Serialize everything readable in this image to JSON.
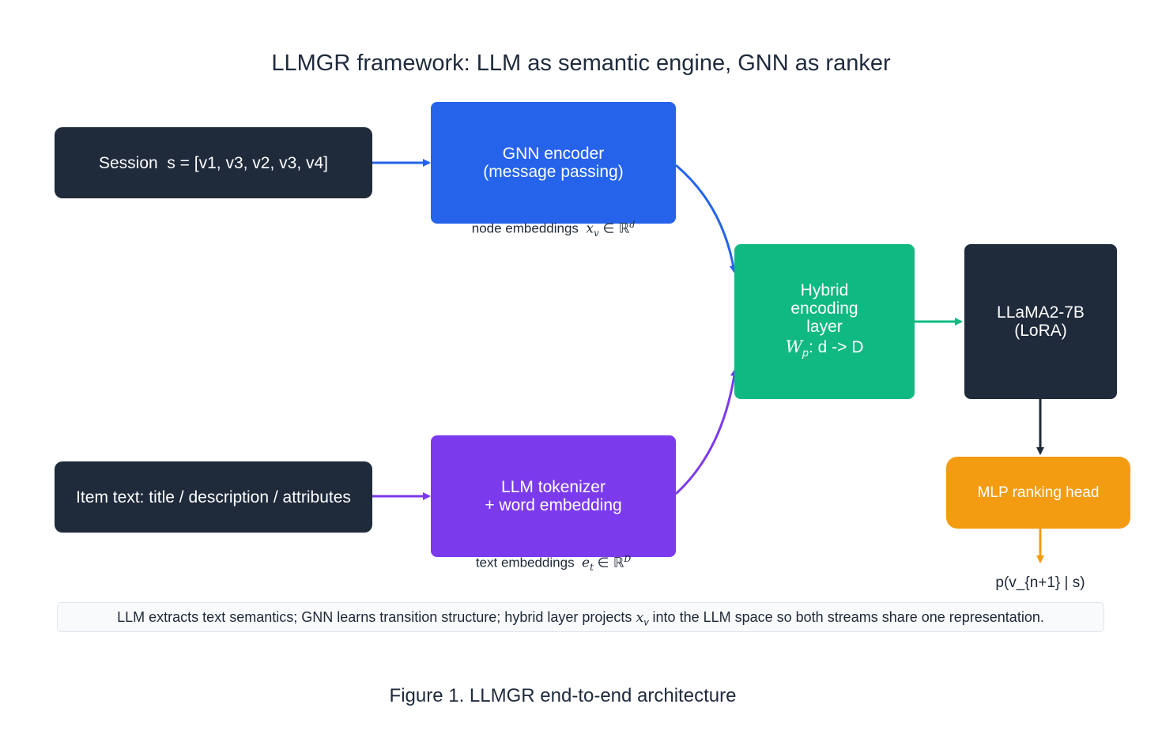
{
  "title": "LLMGR framework: LLM as semantic engine, GNN as ranker",
  "caption": "Figure 1. LLMGR end-to-end architecture",
  "boxes": {
    "session": "Session  s = [v1, v3, v2, v3, v4]",
    "item_text": "Item text: title / description / attributes",
    "gnn": {
      "line1": "GNN encoder",
      "line2": "(message passing)"
    },
    "llm_tok": {
      "line1": "LLM tokenizer",
      "line2": "+ word embedding"
    },
    "hybrid": {
      "line1": "Hybrid",
      "line2": "encoding",
      "line3": "layer",
      "line4_symbol": "W",
      "line4_subscript": "p",
      "line4_rest": ": d -> D"
    },
    "llama": {
      "line1": "LLaMA2-7B",
      "line2": "(LoRA)"
    },
    "mlp": "MLP ranking head"
  },
  "labels": {
    "node_emb_text": "node embeddings",
    "node_emb_var": "x",
    "node_emb_sub": "v",
    "node_emb_set": "∈ ℝ",
    "node_emb_sup": "d",
    "text_emb_text": "text embeddings",
    "text_emb_var": "e",
    "text_emb_sub": "t",
    "text_emb_set": "∈ ℝ",
    "text_emb_sup": "D",
    "output": "p(v_{n+1} | s)"
  },
  "note": {
    "before": "LLM extracts text semantics; GNN learns transition structure; hybrid layer projects ",
    "var": "x",
    "sub": "v",
    "after": " into the LLM space so both streams share one representation."
  },
  "colors": {
    "dark": "#1f2a3b",
    "blue": "#2563eb",
    "purple": "#7c3aed",
    "green": "#10b981",
    "orange": "#f39c12"
  }
}
